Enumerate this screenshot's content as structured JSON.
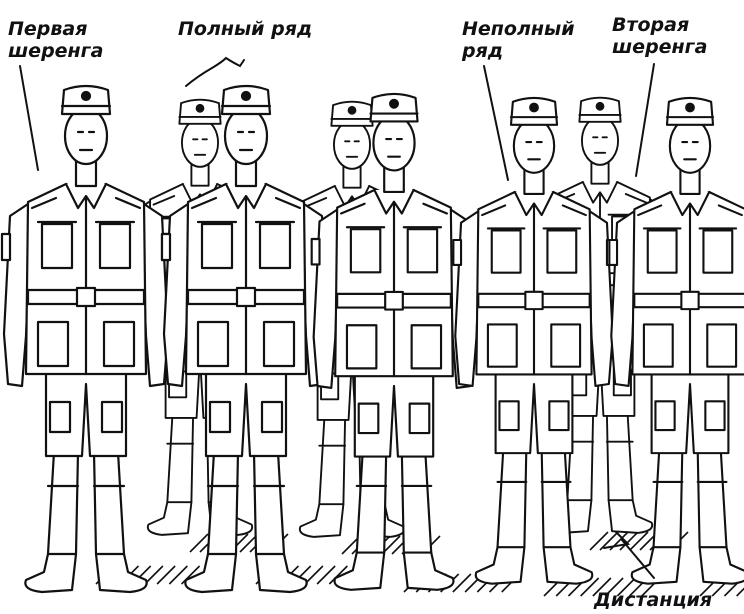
{
  "labels": {
    "first_rank": [
      "Первая",
      "шеренга"
    ],
    "full_row": "Полный ряд",
    "partial_row": [
      "Неполный",
      "ряд"
    ],
    "second_rank": [
      "Вторая",
      "шеренга"
    ],
    "distance": "Дистанция"
  },
  "figure": {
    "ink": "#111111",
    "paper": "#ffffff",
    "front_rank_soldiers": 5,
    "rear_rank_soldiers": 3
  }
}
